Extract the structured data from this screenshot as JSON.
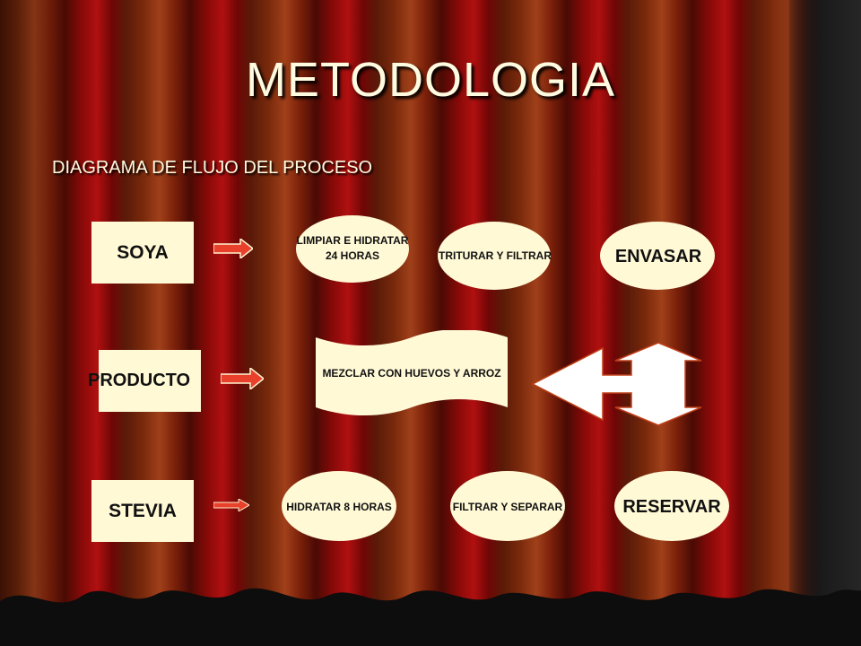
{
  "slide": {
    "title": "METODOLOGIA",
    "subtitle": "DIAGRAMA DE FLUJO DEL PROCESO"
  },
  "colors": {
    "shape_fill": "#fff9d6",
    "arrow_red": "#e8402a",
    "title_text": "#fffbe0"
  },
  "rows": {
    "soya": {
      "source": "SOYA",
      "step1": "LIMPIAR E HIDRATAR\n24 HORAS",
      "step2": "TRITURAR Y FILTRAR",
      "step3": "ENVASAR"
    },
    "producto": {
      "source": "PRODUCTO",
      "step1": "MEZCLAR CON HUEVOS Y ARROZ"
    },
    "stevia": {
      "source": "STEVIA",
      "step1": "HIDRATAR 8 HORAS",
      "step2": "FILTRAR Y SEPARAR",
      "step3": "RESERVAR"
    }
  }
}
